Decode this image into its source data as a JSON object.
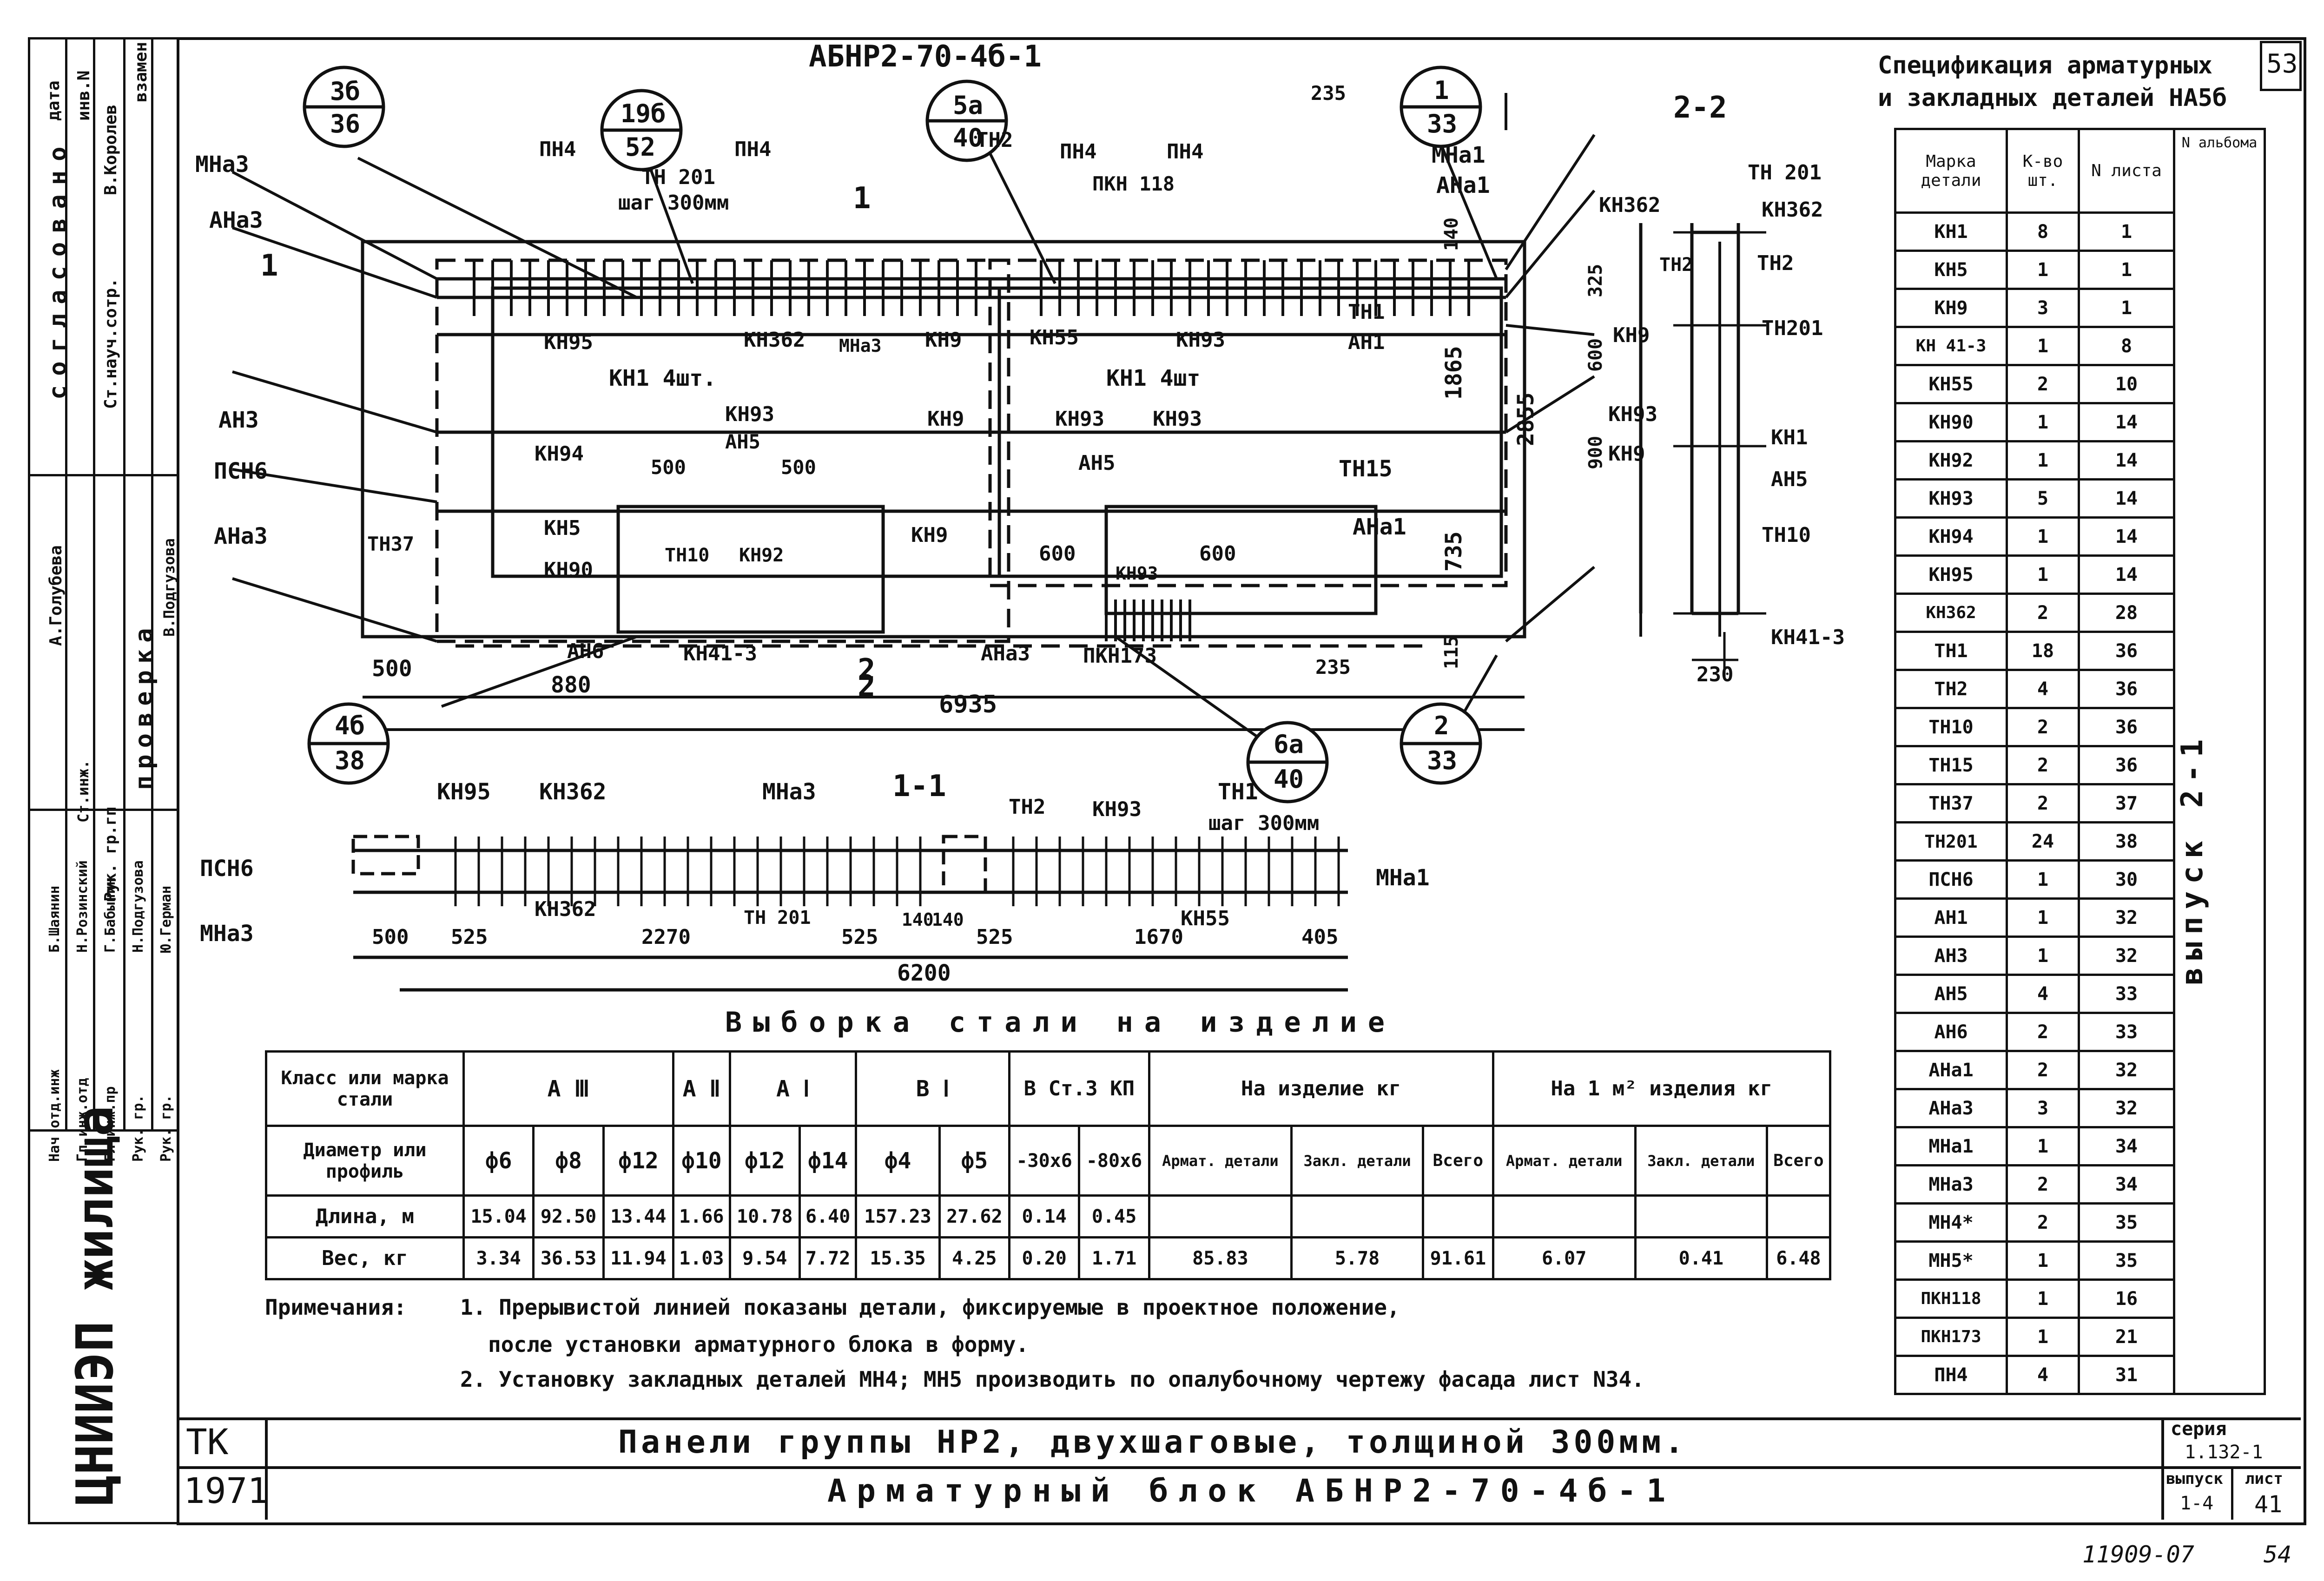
{
  "sheet": {
    "corner_number": "53",
    "series_label": "серия",
    "series_value": "1.132-1",
    "issue_label": "выпуск",
    "issue_value": "1-4",
    "sheet_label": "лист",
    "sheet_value": "41",
    "tk": "ТК",
    "year": "1971",
    "title_main": "Панели группы НР2, двухшаговые, толщиной 300мм.",
    "title_sub": "Арматурный блок АБНР2-70-4б-1",
    "organization": "ЦНИИЭП жилища",
    "bottom_left_stamp": "11909-07",
    "bottom_right_stamp": "54",
    "vertical_release": "выпуск 2-1"
  },
  "side_stamp": {
    "agreed": "согласовано",
    "date": "дата",
    "inv": "инв.N",
    "replaced": "взамен",
    "sci_staff": "Ст.науч.сотр.",
    "sci_staff_name": "В.Королев",
    "check": "проверка",
    "golubeva": "А.Голубева",
    "check_head": "Рук. гр.гп",
    "check_name": "В.Подгузова",
    "roles": [
      "Нач отд.инж",
      "Гл.инж.отд",
      "Гл.инж.пр",
      "Рук. гр.",
      "Рук. гр."
    ],
    "names": [
      "Б.Шаянин",
      "Н.Розинский",
      "Г.Бабынин",
      "Н.Подгузова",
      "Ю.Герман"
    ],
    "st_eng": "Ст.инж."
  },
  "plan": {
    "title": "АБНР2-70-4б-1",
    "callouts": [
      {
        "top": "3б",
        "bottom": "36"
      },
      {
        "top": "19б",
        "bottom": "52"
      },
      {
        "top": "5а",
        "bottom": "40"
      },
      {
        "top": "1",
        "bottom": "33"
      },
      {
        "top": "4б",
        "bottom": "38"
      },
      {
        "top": "6а",
        "bottom": "40"
      },
      {
        "top": "2",
        "bottom": "33"
      }
    ],
    "labels": {
      "mna3_a": "МНа3",
      "ana3_a": "АНа3",
      "pn4_a": "ПН4",
      "tn201": "ТН 201",
      "step": "шаг 300мм",
      "pn4_b": "ПН4",
      "tn2": "ТН2",
      "pn4_c": "ПН4",
      "pn4_d": "ПН4",
      "pkn118": "ПКН 118",
      "mna1": "МНа1",
      "ana1": "АНа1",
      "sec11": "1",
      "sec12": "1",
      "kn95": "КН95",
      "kn362": "КН362",
      "mna3_b": "МНа3",
      "kn9_a": "КН9",
      "kn55": "КН55",
      "kn93_a": "КН93",
      "tn1": "ТН1",
      "an1": "АН1",
      "kn1_a": "КН1 4шт.",
      "kn1_b": "КН1 4шт",
      "an3": "АН3",
      "kn93_b": "КН93",
      "kn9_b": "КН9",
      "kn93_c": "КН93",
      "kn93_d": "КН93",
      "psn6": "ПСН6",
      "kn94": "КН94",
      "an5_a": "АН5",
      "d500a": "500",
      "d500b": "500",
      "an5_b": "АН5",
      "tn15": "ТН15",
      "ana3_b": "АНа3",
      "tn37": "ТН37",
      "kn5": "КН5",
      "kn9_c": "КН9",
      "ana1_b": "АНа1",
      "kn90": "КН90",
      "tn10": "ТН10",
      "kn92": "КН92",
      "d600a": "600",
      "kn93_e": "КН93",
      "d600b": "600",
      "d500c": "500",
      "an6": "АН6",
      "kn41": "КН41-3",
      "ana3_c": "АНа3",
      "pkn173": "ПКН173",
      "d880": "880",
      "sec2a": "2",
      "sec2b": "2",
      "d6935": "6935",
      "d235a": "235",
      "d235b": "235",
      "d140": "140",
      "d1865": "1865",
      "d2855": "2855",
      "d735": "735",
      "d115": "115"
    }
  },
  "section22": {
    "title": "2-2",
    "labels": {
      "tn201a": "ТН 201",
      "kn362a": "КН362",
      "kn362b": "КН362",
      "tn2a": "ТН2",
      "tn2b": "ТН2",
      "d325": "325",
      "kn9a": "КН9",
      "tn201b": "ТН201",
      "d600": "600",
      "kn93": "КН93",
      "d900": "900",
      "kn9b": "КН9",
      "kn1": "КН1",
      "an5": "АН5",
      "tn10": "ТН10",
      "kn41": "КН41-3",
      "d230": "230"
    }
  },
  "section11": {
    "title": "1-1",
    "labels": {
      "kn95": "КН95",
      "kn362a": "КН362",
      "mna3a": "МНа3",
      "tn2": "ТН2",
      "kn93": "КН93",
      "tn1": "ТН1",
      "step": "шаг 300мм",
      "psn6": "ПСН6",
      "mna1": "МНа1",
      "mna3b": "МНа3",
      "kn362b": "КН362",
      "tn201": "ТН 201",
      "kn55": "КН55",
      "dims": [
        "500",
        "525",
        "2270",
        "525",
        "140",
        "140",
        "525",
        "1670",
        "405"
      ],
      "total": "6200"
    }
  },
  "steel": {
    "title": "Выборка стали на изделие",
    "header_class": "Класс или марка стали",
    "header_diam": "Диаметр или профиль",
    "groups": [
      "А Ⅲ",
      "А Ⅱ",
      "А Ⅰ",
      "В Ⅰ",
      "В Ст.3 КП",
      "На изделие кг",
      "На 1 м² изделия кг"
    ],
    "diameters": [
      "ф6",
      "ф8",
      "ф12",
      "ф10",
      "ф12",
      "ф14",
      "ф4",
      "ф5",
      "-30х6",
      "-80х6",
      "Армат. детали",
      "Закл. детали",
      "Всего",
      "Армат. детали",
      "Закл. детали",
      "Всего"
    ],
    "rows": [
      {
        "label": "Длина, м",
        "values": [
          "15.04",
          "92.50",
          "13.44",
          "1.66",
          "10.78",
          "6.40",
          "157.23",
          "27.62",
          "0.14",
          "0.45",
          "",
          "",
          "",
          "",
          "",
          ""
        ]
      },
      {
        "label": "Вес, кг",
        "values": [
          "3.34",
          "36.53",
          "11.94",
          "1.03",
          "9.54",
          "7.72",
          "15.35",
          "4.25",
          "0.20",
          "1.71",
          "85.83",
          "5.78",
          "91.61",
          "6.07",
          "0.41",
          "6.48"
        ]
      }
    ]
  },
  "notes": {
    "prefix": "Примечания:",
    "n1": "1. Прерывистой линией показаны детали, фиксируемые в проектное положение,",
    "n1b": "после установки арматурного блока в форму.",
    "n2": "2. Установку закладных деталей МН4; МН5 производить по опалубочному чертежу фасада лист N34."
  },
  "spec": {
    "title1": "Спецификация арматурных",
    "title2": "и закладных деталей НА5б",
    "headers": [
      "Марка детали",
      "К-во шт.",
      "N листа",
      "N альбома"
    ],
    "rows": [
      [
        "КН1",
        "8",
        "1"
      ],
      [
        "КН5",
        "1",
        "1"
      ],
      [
        "КН9",
        "3",
        "1"
      ],
      [
        "КН 41-3",
        "1",
        "8"
      ],
      [
        "КН55",
        "2",
        "10"
      ],
      [
        "КН90",
        "1",
        "14"
      ],
      [
        "КН92",
        "1",
        "14"
      ],
      [
        "КН93",
        "5",
        "14"
      ],
      [
        "КН94",
        "1",
        "14"
      ],
      [
        "КН95",
        "1",
        "14"
      ],
      [
        "КН362",
        "2",
        "28"
      ],
      [
        "ТН1",
        "18",
        "36"
      ],
      [
        "ТН2",
        "4",
        "36"
      ],
      [
        "ТН10",
        "2",
        "36"
      ],
      [
        "ТН15",
        "2",
        "36"
      ],
      [
        "ТН37",
        "2",
        "37"
      ],
      [
        "ТН201",
        "24",
        "38"
      ],
      [
        "ПСН6",
        "1",
        "30"
      ],
      [
        "АН1",
        "1",
        "32"
      ],
      [
        "АН3",
        "1",
        "32"
      ],
      [
        "АН5",
        "4",
        "33"
      ],
      [
        "АН6",
        "2",
        "33"
      ],
      [
        "АНа1",
        "2",
        "32"
      ],
      [
        "АНа3",
        "3",
        "32"
      ],
      [
        "МНа1",
        "1",
        "34"
      ],
      [
        "МНа3",
        "2",
        "34"
      ],
      [
        "МН4*",
        "2",
        "35"
      ],
      [
        "МН5*",
        "1",
        "35"
      ],
      [
        "ПКН118",
        "1",
        "16"
      ],
      [
        "ПКН173",
        "1",
        "21"
      ],
      [
        "ПН4",
        "4",
        "31"
      ]
    ]
  }
}
